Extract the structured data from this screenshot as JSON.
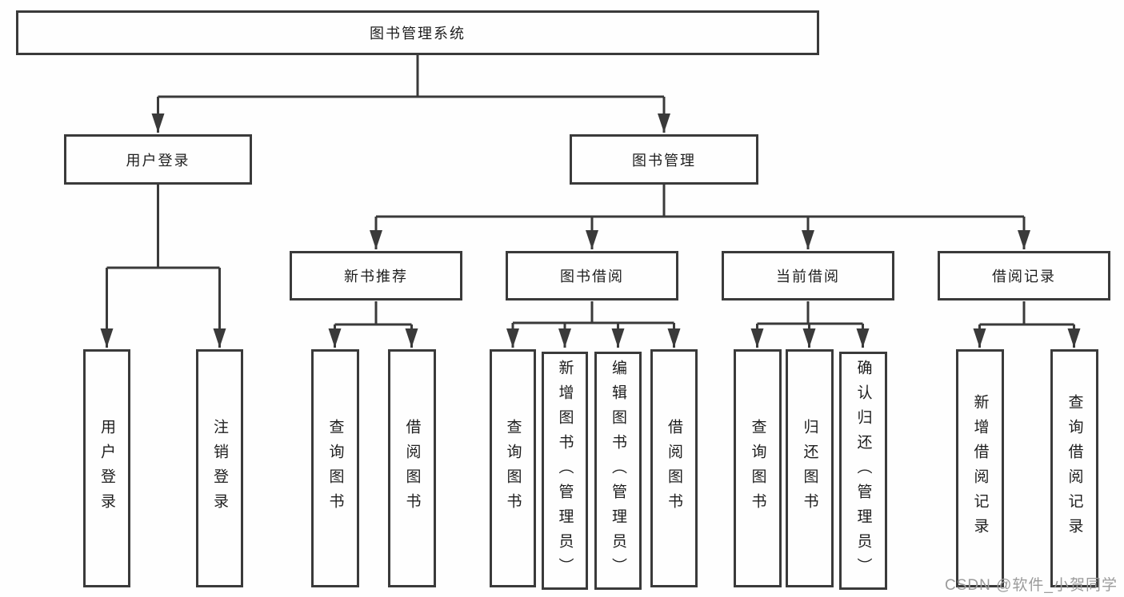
{
  "watermark": "CSDN @软件_小贺同学",
  "colors": {
    "line": "#3a3a3a",
    "box_border": "#3a3a3a",
    "text": "#1e1e1e",
    "watermark": "#9b9b9b",
    "background": "#fefefe"
  },
  "tree": {
    "root": {
      "label": "图书管理系统",
      "children": [
        {
          "label": "用户登录",
          "children": [
            {
              "label": "用户登录"
            },
            {
              "label": "注销登录"
            }
          ]
        },
        {
          "label": "图书管理",
          "children": [
            {
              "label": "新书推荐",
              "children": [
                {
                  "label": "查询图书"
                },
                {
                  "label": "借阅图书"
                }
              ]
            },
            {
              "label": "图书借阅",
              "children": [
                {
                  "label": "查询图书"
                },
                {
                  "label": "新增图书（管理员）"
                },
                {
                  "label": "编辑图书（管理员）"
                },
                {
                  "label": "借阅图书"
                }
              ]
            },
            {
              "label": "当前借阅",
              "children": [
                {
                  "label": "查询图书"
                },
                {
                  "label": "归还图书"
                },
                {
                  "label": "确认归还（管理员）"
                }
              ]
            },
            {
              "label": "借阅记录",
              "children": [
                {
                  "label": "新增借阅记录"
                },
                {
                  "label": "查询借阅记录"
                }
              ]
            }
          ]
        }
      ]
    }
  }
}
